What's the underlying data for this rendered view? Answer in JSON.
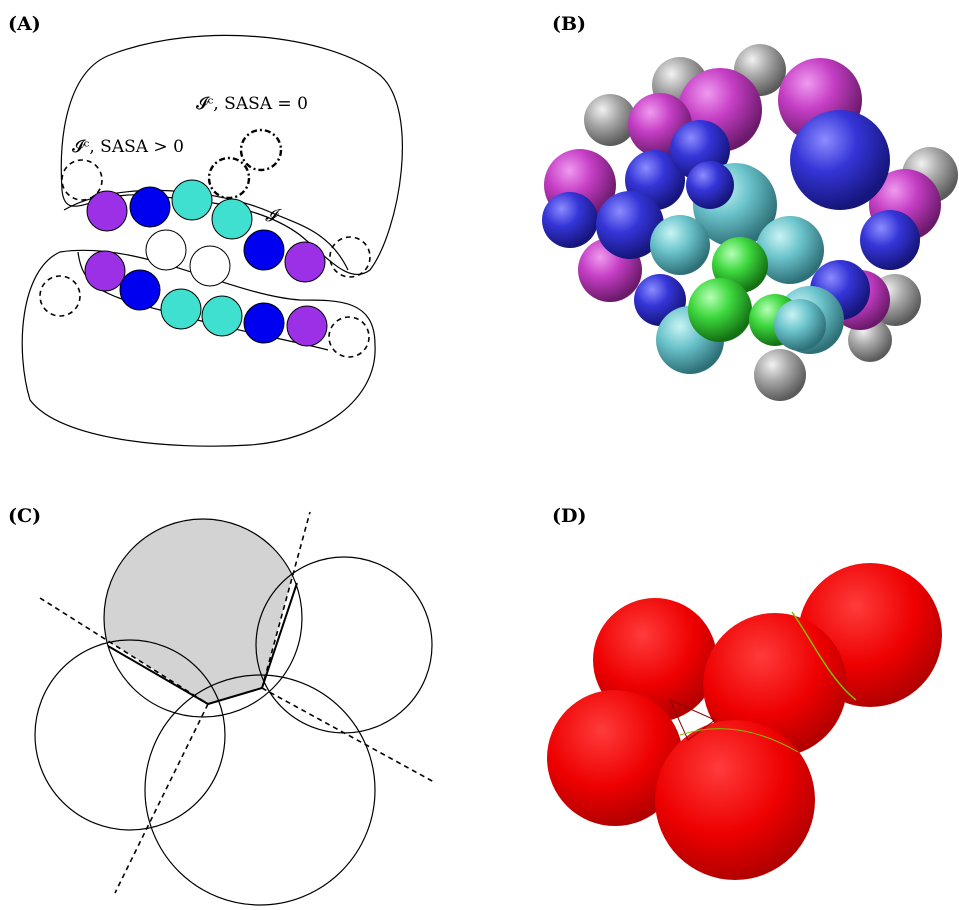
{
  "figure": {
    "panels": [
      {
        "id": "A",
        "label": "(A)"
      },
      {
        "id": "B",
        "label": "(B)"
      },
      {
        "id": "C",
        "label": "(C)"
      },
      {
        "id": "D",
        "label": "(D)"
      }
    ],
    "panel_a": {
      "annotation_sasa_zero": "𝓘ᶜ, SASA = 0",
      "annotation_sasa_positive": "𝓘ᶜ, SASA > 0",
      "annotation_interface": "𝓘"
    },
    "colors": {
      "purple": "#9b30e6",
      "blue": "#0000f0",
      "cyan": "#40e0d0",
      "white": "#ffffff",
      "gray_fill": "#d3d3d3",
      "red": "#ff0000",
      "edge_green": "#7fc000"
    }
  }
}
